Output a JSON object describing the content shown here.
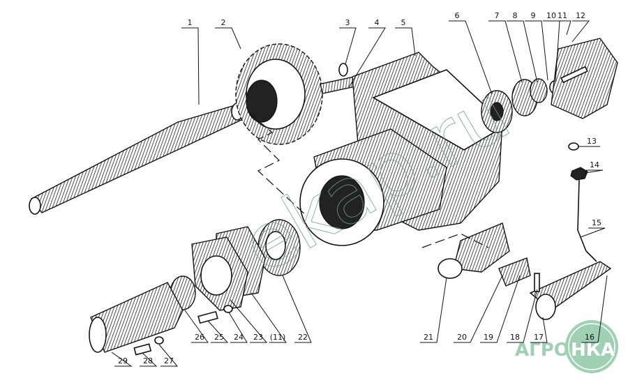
{
  "diagram": {
    "labels": [
      "1",
      "2",
      "3",
      "4",
      "5",
      "6",
      "7",
      "8",
      "9",
      "10",
      "11",
      "12",
      "13",
      "14",
      "15",
      "16",
      "17",
      "18",
      "19",
      "20",
      "21",
      "22",
      "(11)",
      "23",
      "24",
      "25",
      "26",
      "27",
      "28",
      "29"
    ],
    "watermark_text": "ekap.ru",
    "logo_text": "АГРОНКА",
    "colors": {
      "ink": "#111111",
      "logo": "#9fd0b4",
      "watermark": "#6f9f93"
    }
  }
}
